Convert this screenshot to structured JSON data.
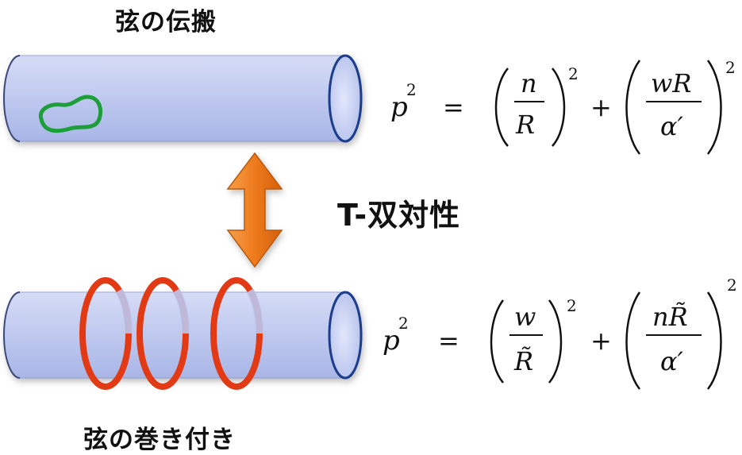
{
  "top_title": "弦の伝搬",
  "bottom_title": "弦の巻き付き",
  "duality_label": "T-双対性",
  "formula_top": {
    "lhs": "p",
    "lhs_exp": "2",
    "eq": "=",
    "term1_num": "n",
    "term1_den": "R",
    "term1_exp": "2",
    "plus": "+",
    "term2_num": "wR",
    "term2_den": "α′",
    "term2_exp": "2"
  },
  "formula_bottom": {
    "lhs": "p",
    "lhs_exp": "2",
    "eq": "=",
    "term1_num": "w",
    "term1_den": "R̃",
    "term1_exp": "2",
    "plus": "+",
    "term2_num": "nR̃",
    "term2_den": "α′",
    "term2_exp": "2"
  },
  "colors": {
    "cylinder_fill": "#c4cdf0",
    "cylinder_edge": "#1f3c8c",
    "loop_green": "#1e9e3a",
    "ring_red": "#e23a14",
    "arrow_orange": "#f07a1e"
  }
}
